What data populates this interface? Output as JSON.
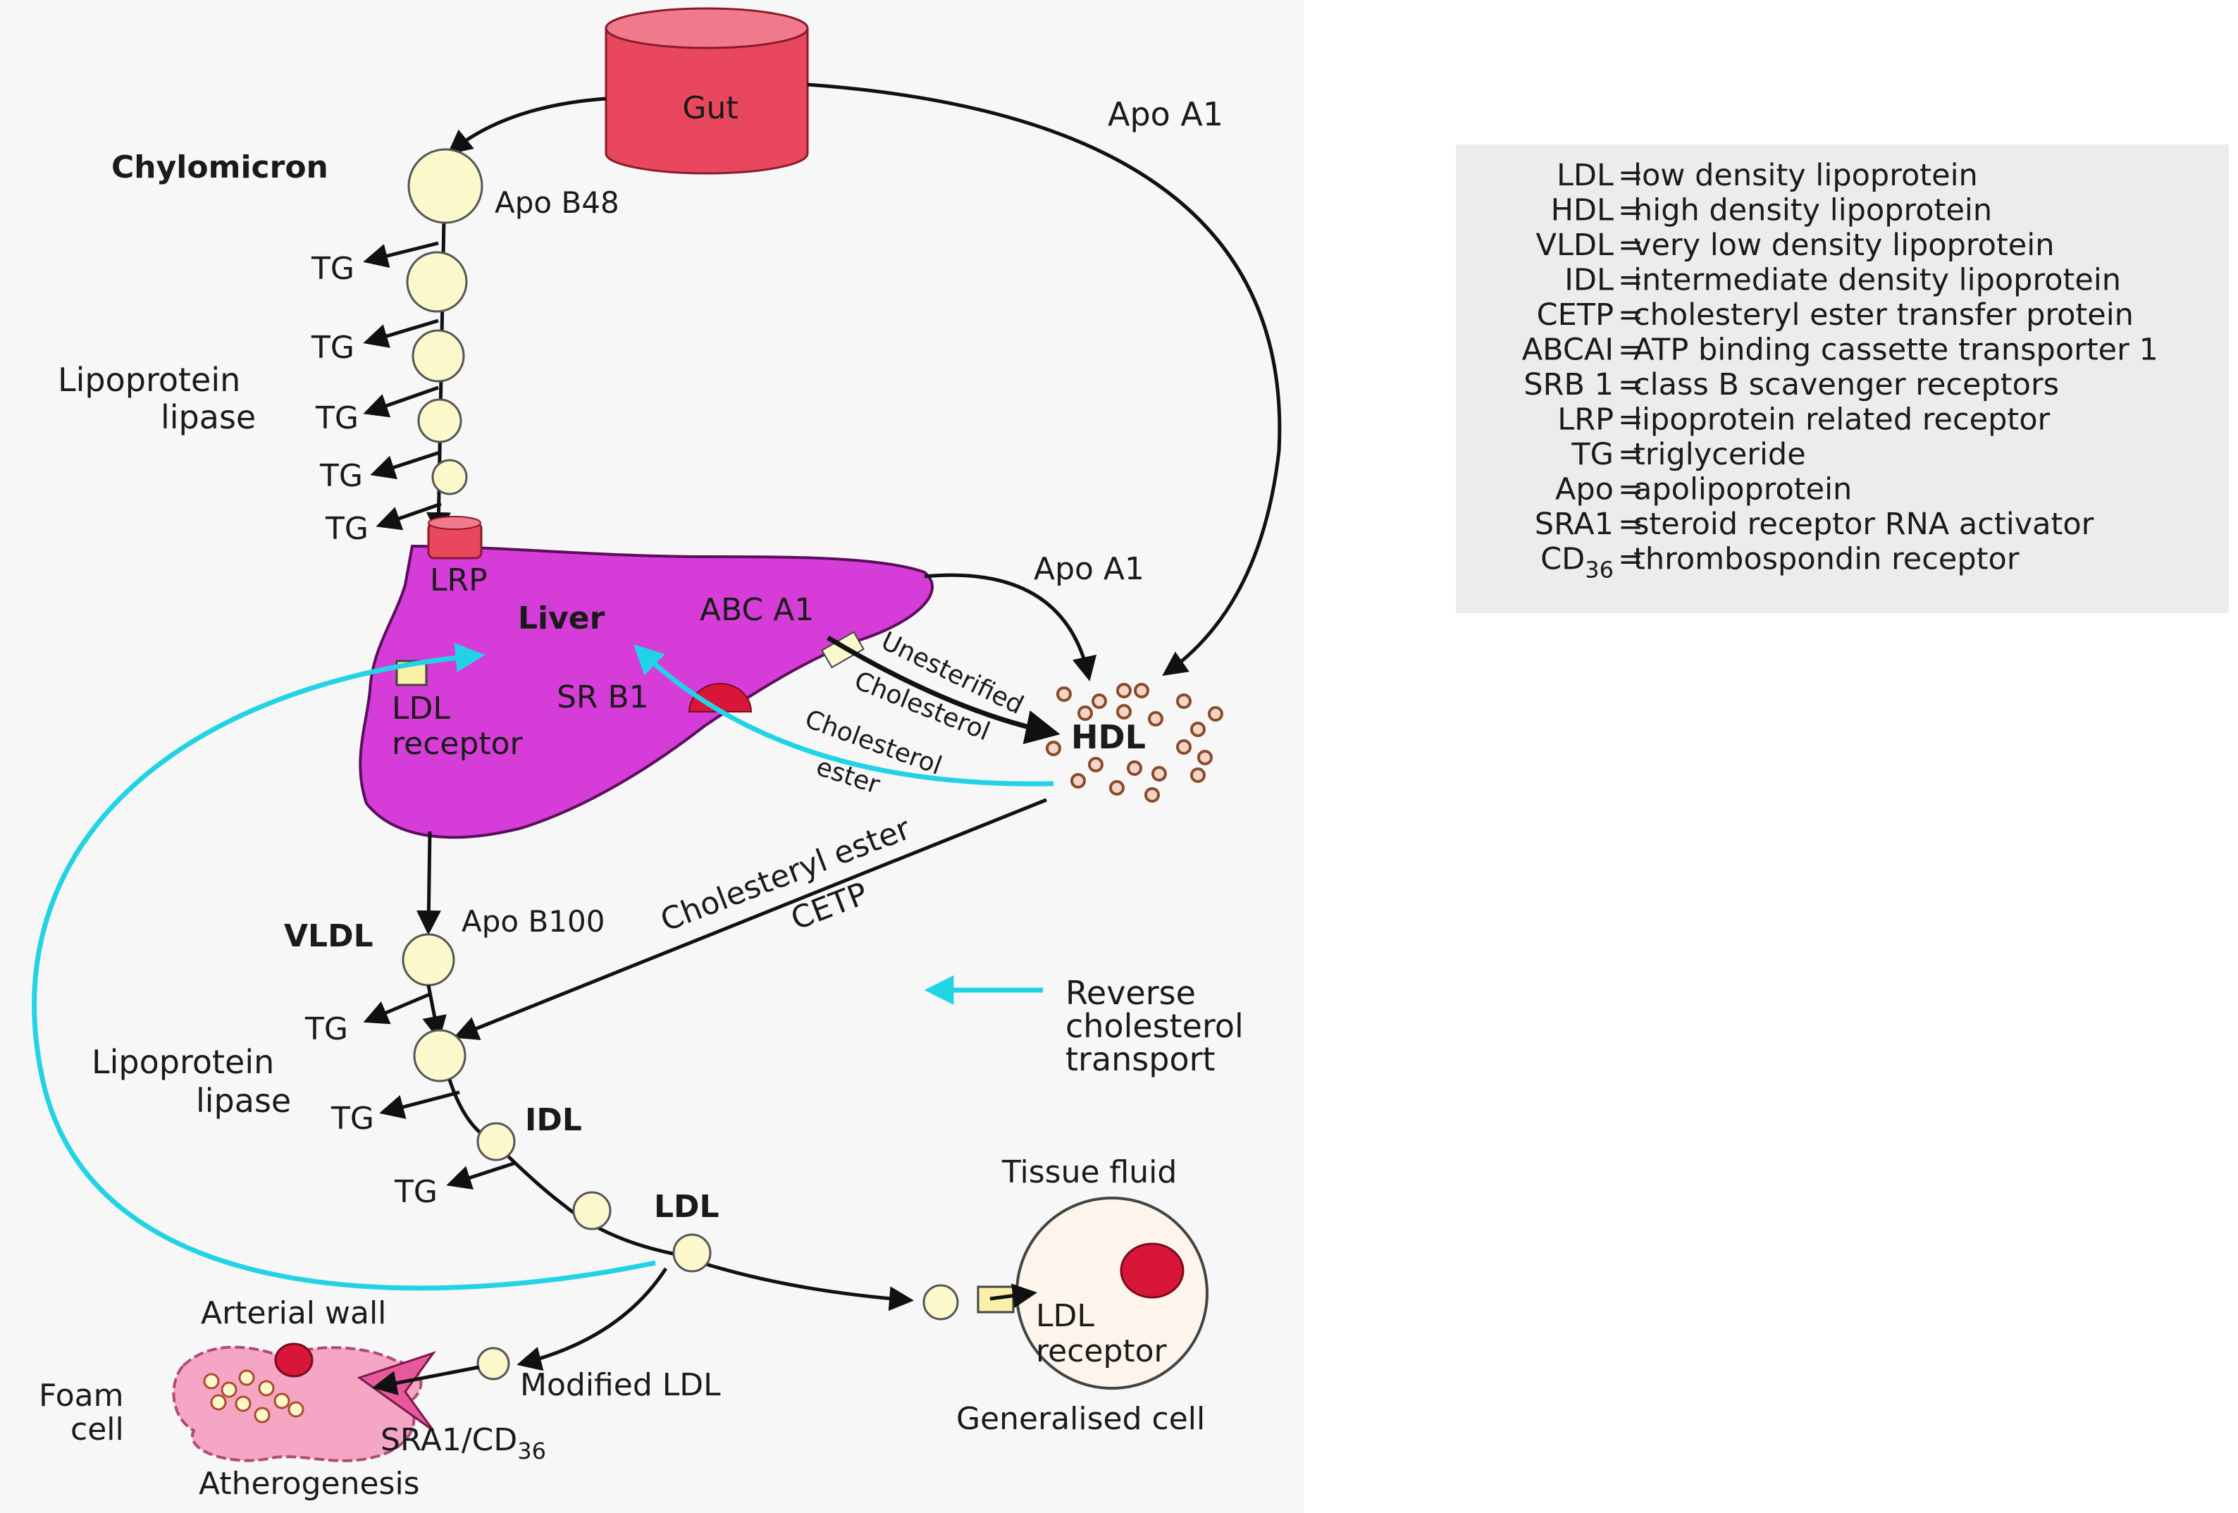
{
  "labels": {
    "gut": "Gut",
    "chylomicron": "Chylomicron",
    "apo_b48": "Apo B48",
    "tg": "TG",
    "lipoprotein": "Lipoprotein",
    "lipase": "lipase",
    "lrp": "LRP",
    "liver": "Liver",
    "abc_a1": "ABC A1",
    "sr_b1": "SR B1",
    "ldl_receptor_1": "LDL",
    "ldl_receptor_2": "receptor",
    "apo_a1": "Apo A1",
    "unesterified": "Unesterified",
    "cholesterol": "Cholesterol",
    "cholesterol_ester_1": "Cholesterol",
    "cholesterol_ester_2": "ester",
    "hdl": "HDL",
    "cholesteryl_ester": "Cholesteryl ester",
    "cetp": "CETP",
    "vldl": "VLDL",
    "apo_b100": "Apo B100",
    "reverse_1": "Reverse",
    "reverse_2": "cholesterol",
    "reverse_3": "transport",
    "idl": "IDL",
    "ldl": "LDL",
    "tissue_fluid": "Tissue fluid",
    "generalised_cell": "Generalised cell",
    "cell_ldl_1": "LDL",
    "cell_ldl_2": "receptor",
    "arterial_wall": "Arterial wall",
    "foam_1": "Foam",
    "foam_2": "cell",
    "modified_ldl": "Modified LDL",
    "sra1": "SRA1",
    "cd": "/CD",
    "cd_sub": "36",
    "atherogenesis": "Atherogenesis"
  },
  "legend": [
    {
      "key": "LDL",
      "value": "low density lipoprotein"
    },
    {
      "key": "HDL",
      "value": "high density lipoprotein"
    },
    {
      "key": "VLDL",
      "value": "very low density lipoprotein"
    },
    {
      "key": "IDL",
      "value": "intermediate density lipoprotein"
    },
    {
      "key": "CETP",
      "value": "cholesteryl ester transfer protein"
    },
    {
      "key": "ABCAI",
      "value": "ATP binding cassette transporter 1"
    },
    {
      "key": "SRB 1",
      "value": "class B scavenger receptors"
    },
    {
      "key": "LRP",
      "value": "lipoprotein related receptor"
    },
    {
      "key": "TG",
      "value": "triglyceride"
    },
    {
      "key": "Apo",
      "value": "apolipoprotein"
    },
    {
      "key": "SRA1",
      "value": "steroid receptor RNA activator"
    },
    {
      "key": "CD",
      "key_sub": "36",
      "value": "thrombospondin receptor"
    }
  ],
  "legend_eq": "=",
  "colors": {
    "liver": "#d63cd8",
    "gut": "#e8475e",
    "lipoprotein": "#fbf8cc",
    "cyan_arrow": "#22d3e6",
    "hdl_particle": "#f3d6c8",
    "cell_fill": "#fdf5ec",
    "foam_cell": "#f4a6c4",
    "receptor_red": "#d8163a"
  }
}
